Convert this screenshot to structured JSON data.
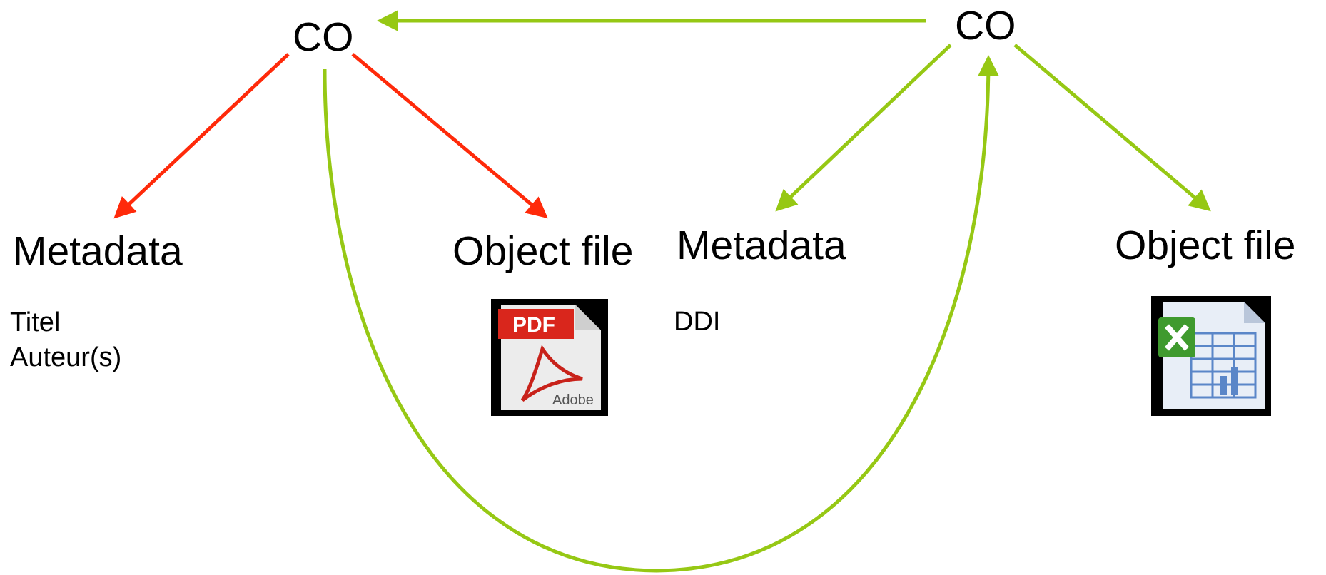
{
  "nodes": {
    "left_co": "CO",
    "right_co": "CO"
  },
  "left_group": {
    "metadata_label": "Metadata",
    "metadata_fields": [
      "Titel",
      "Auteur(s)"
    ],
    "object_label": "Object file",
    "object_icon": "pdf-file-icon",
    "pdf_badge": "PDF",
    "pdf_brand": "Adobe"
  },
  "right_group": {
    "metadata_label": "Metadata",
    "metadata_fields": [
      "DDI"
    ],
    "object_label": "Object file",
    "object_icon": "excel-file-icon"
  },
  "colors": {
    "red_arrow": "#ff2a0a",
    "green_arrow": "#96c814"
  }
}
